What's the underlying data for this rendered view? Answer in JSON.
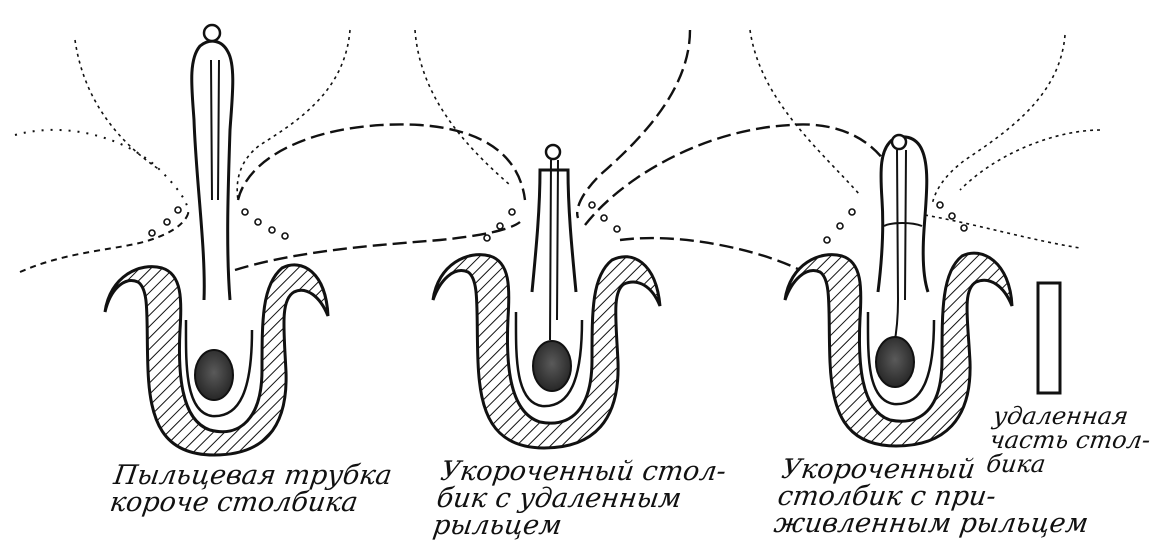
{
  "captions": {
    "fig1": {
      "line1": "Пыльцевая трубка",
      "line2": "короче столбика"
    },
    "fig2": {
      "line1": "Укороченный стол-",
      "line2": "бик с удаленным",
      "line3": "рыльцем"
    },
    "fig3": {
      "line1": "Укороченный",
      "line2": "столбик с при-",
      "line3": "живленным рыльцем"
    },
    "removed": {
      "line1": "удаленная",
      "line2": "часть стол-",
      "line3": "бика"
    }
  },
  "colors": {
    "ink": "#111111",
    "paper": "#ffffff",
    "ovule": "#3a3a3a"
  }
}
